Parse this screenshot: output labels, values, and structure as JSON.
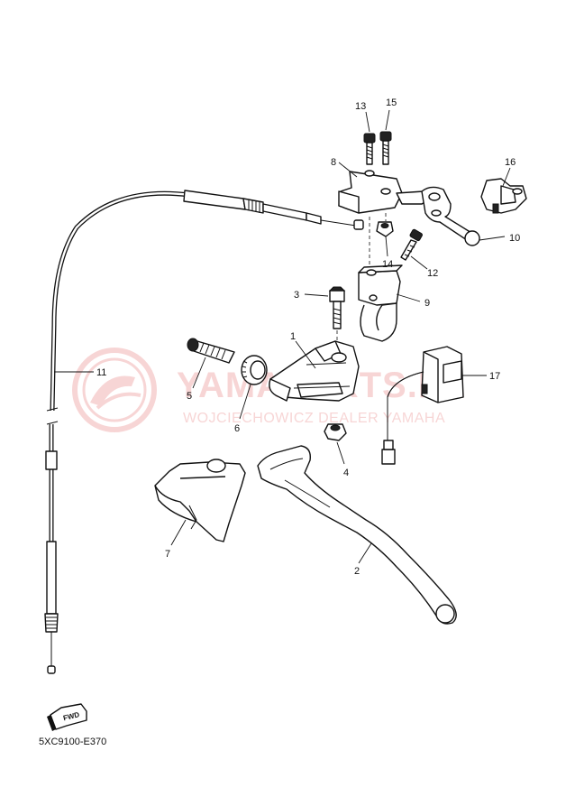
{
  "watermark": {
    "brand": "YAMAPARTS.PL",
    "dealer": "WOJCIECHOWICZ DEALER YAMAHA",
    "color": "#f2b4b4"
  },
  "diagram_code": "5XC9100-E370",
  "fwd_label": "FWD",
  "callouts": {
    "c1": "1",
    "c2": "2",
    "c3": "3",
    "c4": "4",
    "c5": "5",
    "c6": "6",
    "c7": "7",
    "c8": "8",
    "c9": "9",
    "c10": "10",
    "c11": "11",
    "c12": "12",
    "c13": "13",
    "c14": "14",
    "c15": "15",
    "c16": "16",
    "c17": "17"
  }
}
